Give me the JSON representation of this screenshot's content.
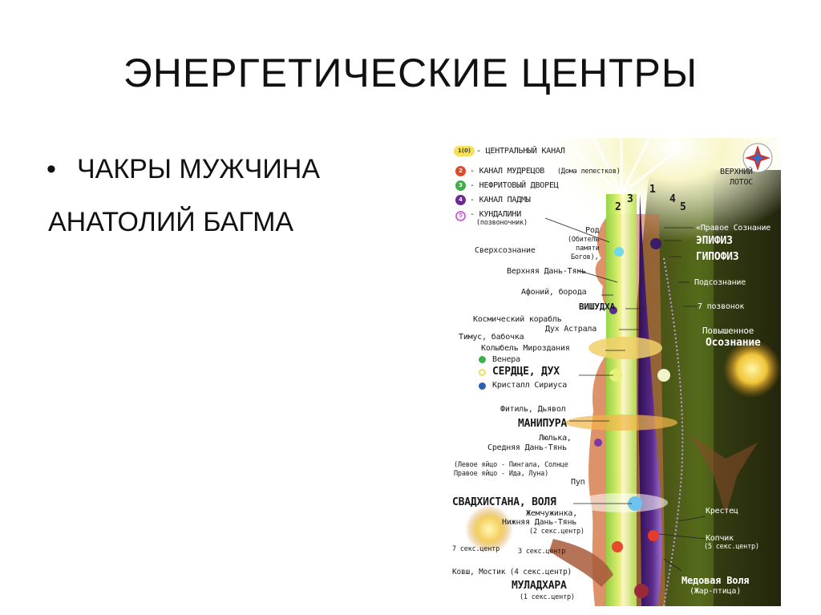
{
  "slide": {
    "title": "ЭНЕРГЕТИЧЕСКИЕ ЦЕНТРЫ",
    "bullet_text": "ЧАКРЫ МУЖЧИНА",
    "bullet_glyph": "•",
    "line2": "АНАТОЛИЙ БАГМА"
  },
  "figure": {
    "legend": [
      {
        "num": "1",
        "text": "- ЦЕНТРАЛЬНЫЙ КАНАЛ",
        "color": "#f5e15a"
      },
      {
        "num": "2",
        "text": "- КАНАЛ МУДРЕЦОВ",
        "note": "(Дома лепестков)",
        "color": "#e0492b"
      },
      {
        "num": "3",
        "text": "- НЕФРИТОВЫЙ ДВОРЕЦ",
        "color": "#3fae49"
      },
      {
        "num": "4",
        "text": "- КАНАЛ ПАДМЫ",
        "color": "#6b2c91"
      },
      {
        "num": "5",
        "text": "- КУНДАЛИНИ",
        "note": "(позвоночник)",
        "color": "#c86bd8"
      }
    ],
    "channel_numbers": [
      "2",
      "3",
      "1",
      "4",
      "5"
    ],
    "legend_num_prefix": "1(0)",
    "left_labels": {
      "sverkh": "Сверхсознание",
      "rod": "Род",
      "obitel": "(Обитель",
      "pamyati": "памяти",
      "bogov": "Богов),",
      "verkh_dan": "Верхняя Дань-Тянь",
      "afoniy": "Афоний, борода",
      "vishudha": "ВИШУДХА",
      "kosm": "Космический корабль",
      "dukh_astrala": "Дух Астрала",
      "timus": "Тимус, бабочка",
      "kolybel": "Колыбель Мироздания",
      "venera": "Венера",
      "serdtse": "СЕРДЦЕ, ДУХ",
      "kristall": "Кристалл Сириуса",
      "fitil": "Фитиль, Дьявол",
      "manipura": "МАНИПУРА",
      "lyulka": "Люлька,",
      "sred_dan": "Средняя Дань-Тянь",
      "levoe": "(Левое яйцо - Пингала, Солнце",
      "pravoe": "Правое яйцо - Ида, Луна)",
      "pup": "Пуп",
      "svad": "СВАДХИСТАНА, ВОЛЯ",
      "zhemch": "Жемчужинка,",
      "nizh_dan": "Нижняя Дань-Тянь",
      "sex2": "(2 секс.центр)",
      "sex7": "7 секс.центр",
      "sex3": "3 секс.центр",
      "kovsh": "Ковш, Мостик (4 секс.центр)",
      "muladhara": "МУЛАДХАРА",
      "sex1": "(1 секс.центр)"
    },
    "right_labels": {
      "verkhniy": "ВЕРХНИЙ",
      "lotos": "ЛОТОС",
      "pravoe_soznanie": "«Правое Сознание",
      "epifiz": "ЭПИФИЗ",
      "gipofiz": "ГИПОФИЗ",
      "podsoznanie": "Подсознание",
      "pozvonok7": "7 позвонок",
      "povysh": "Повышенное",
      "osoznanie": "Осознание",
      "krestets": "Крестец",
      "kopchik": "Копчик",
      "sex5": "(5 секс.центр)",
      "medovaya": "Медовая Воля",
      "zhar": "(Жар-птица)"
    },
    "colors": {
      "yellow_glow": "#f7f08a",
      "green": "#7fd14a",
      "purple": "#4b1f7a",
      "body_orange": "#e89a58",
      "dark_bg": "#2a2a12"
    }
  }
}
